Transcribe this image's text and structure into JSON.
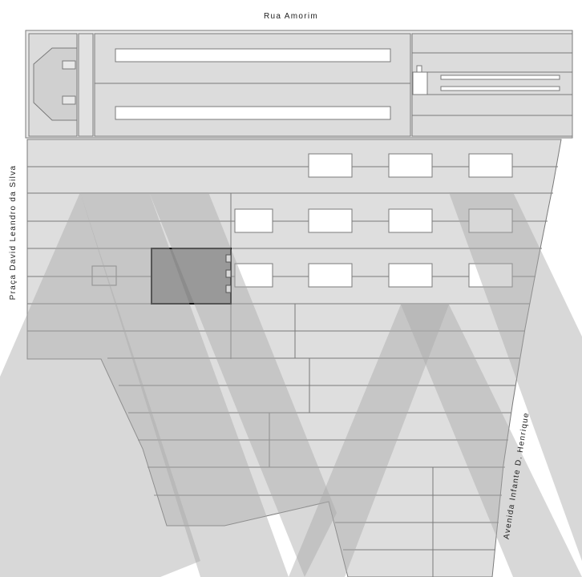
{
  "streets": {
    "top": "Rua Amorim",
    "left": "Praça David Leandro da Silva",
    "right": "Avenida Infante D. Henrique"
  },
  "colors": {
    "background": "#ffffff",
    "building_fill": "#d9d9d9",
    "line": "#7a7a7a",
    "selected_unit": "#8c8c8c",
    "window": "#ffffff",
    "watermark": "#b4b4b4"
  }
}
